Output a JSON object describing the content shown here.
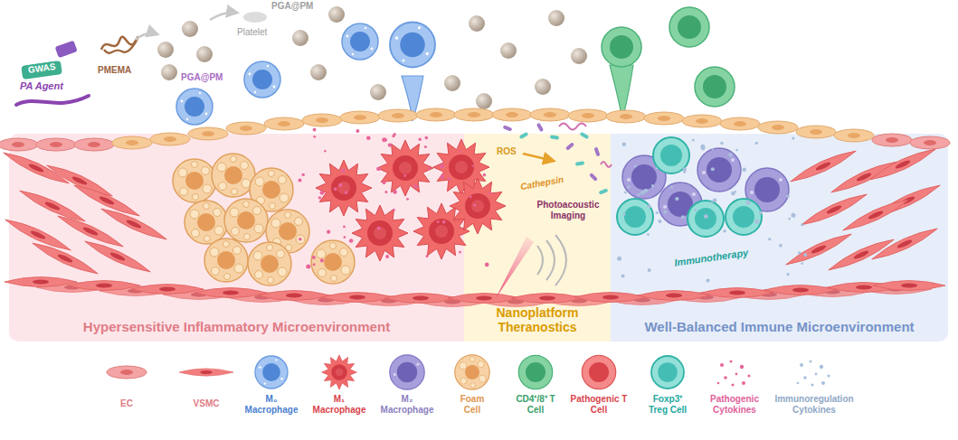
{
  "diagram": {
    "nodes": [
      {
        "text": [
          "Hypersensitive Inflammatory Microenvironment"
        ]
      },
      {
        "text": [
          "Nanoplatform Theranostics"
        ]
      },
      {
        "text": [
          "Well-Balanced Immune Microenvironment"
        ]
      }
    ],
    "labels": [
      "GWAS",
      "PA Agent",
      "PMEMA",
      "PGA@PM",
      "Platelet",
      "PGA@PM",
      "ROS",
      "Cathepsin",
      "Photoacoustic Imaging",
      "Immunotherapy"
    ],
    "legend": [
      {
        "text": "EC"
      },
      {
        "text": "VSMC"
      },
      {
        "text": "M₀ Macrophage"
      },
      {
        "text": "M₁ Macrophage"
      },
      {
        "text": "M₂ Macrophage"
      },
      {
        "text": "Foam Cell"
      },
      {
        "text": "CD4⁺/8⁺ T Cell"
      },
      {
        "text": "Pathogenic T Cell"
      },
      {
        "text": "Foxp3⁺ Treg Cell"
      },
      {
        "text": "Pathogenic Cytokines"
      },
      {
        "text": "Immunoregulation Cytokines"
      }
    ]
  }
}
